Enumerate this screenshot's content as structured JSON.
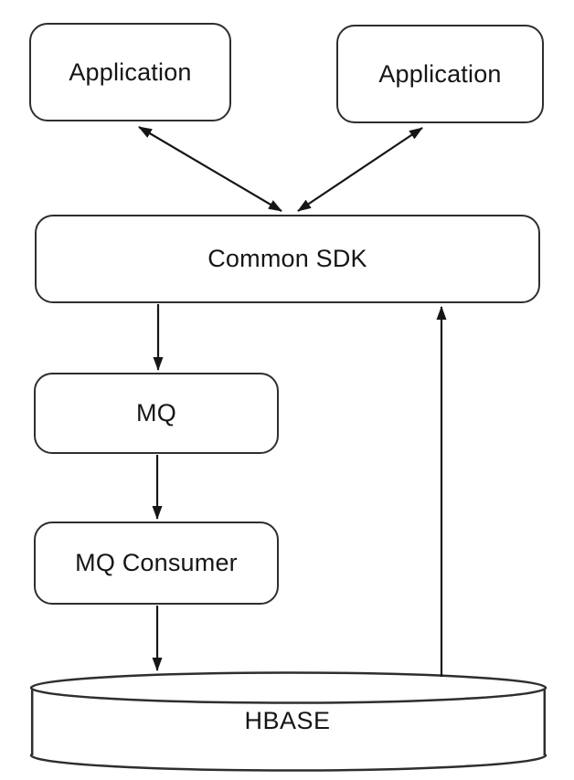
{
  "diagram": {
    "nodes": {
      "app_left": {
        "label": "Application",
        "shape": "rounded-rect"
      },
      "app_right": {
        "label": "Application",
        "shape": "rounded-rect"
      },
      "common_sdk": {
        "label": "Common SDK",
        "shape": "rounded-rect"
      },
      "mq": {
        "label": "MQ",
        "shape": "rounded-rect"
      },
      "mq_consumer": {
        "label": "MQ Consumer",
        "shape": "rounded-rect"
      },
      "hbase": {
        "label": "HBASE",
        "shape": "cylinder"
      }
    },
    "edges": [
      {
        "from": "app_left",
        "to": "common_sdk",
        "arrows": "both"
      },
      {
        "from": "app_right",
        "to": "common_sdk",
        "arrows": "both"
      },
      {
        "from": "common_sdk",
        "to": "mq",
        "arrows": "end"
      },
      {
        "from": "mq",
        "to": "mq_consumer",
        "arrows": "end"
      },
      {
        "from": "mq_consumer",
        "to": "hbase",
        "arrows": "end"
      },
      {
        "from": "hbase",
        "to": "common_sdk",
        "arrows": "end"
      }
    ],
    "colors": {
      "background": "#ffffff",
      "node_fill": "#ffffff",
      "node_border": "#2e2e2e",
      "edge_stroke": "#161616",
      "text": "#161616"
    }
  }
}
